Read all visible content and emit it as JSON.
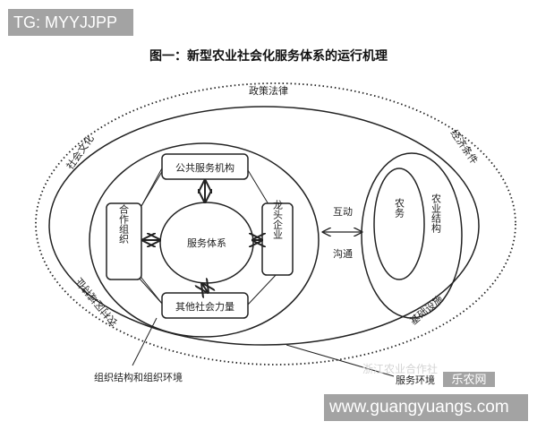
{
  "watermarks": {
    "top_left": "TG: MYYJJPP",
    "bottom_right": "www.guangyuangs.com",
    "brand": "乐农网",
    "faint": "浙江农业合作社"
  },
  "title": "图一：新型农业社会化服务体系的运行机理",
  "diagram": {
    "outer_labels": {
      "top": "政策法律",
      "left_top": "社会文化",
      "right_top": "经济条件",
      "right_bottom": "基础设施",
      "left_bottom": "农村区域特征"
    },
    "nodes": {
      "center": "服务体系",
      "top": "公共服务机构",
      "left": "合作组织",
      "right": "龙头企业",
      "bottom": "其他社会力量"
    },
    "farm": {
      "inner": "农务",
      "outer": "农业结构"
    },
    "link": {
      "top": "互动",
      "bottom": "沟通"
    },
    "callouts": {
      "left": "组织结构和组织环境",
      "right": "服务环境"
    }
  }
}
